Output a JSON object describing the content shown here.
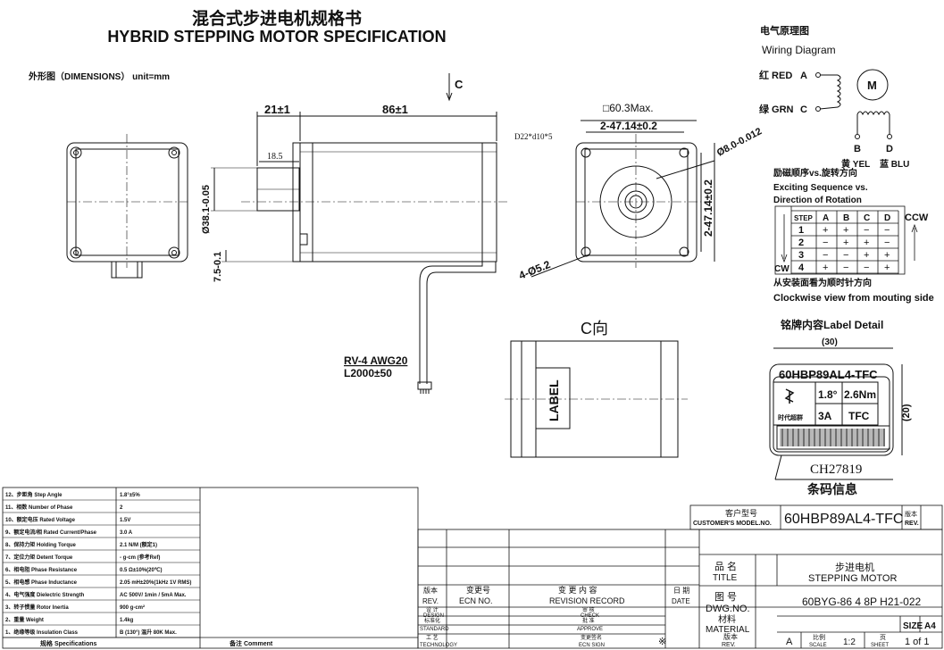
{
  "title_cn": "混合式步进电机规格书",
  "title_en": "HYBRID STEPPING MOTOR SPECIFICATION",
  "dimensions_label": "外形图（DIMENSIONS）  unit=mm",
  "view_marker": "C",
  "view_c_label": "C向",
  "label_text": "LABEL",
  "dims": {
    "d21": "21±1",
    "d86": "86±1",
    "d18": "18.5",
    "shaft_dia": "Ø38.1-0.05",
    "d75": "7.5-0.1",
    "sq60": "□60.3Max.",
    "pitch_top": "2-47.14±0.2",
    "pitch_side": "2-47.14±0.2",
    "shaft_note": "D22*d10*5",
    "hole_dia": "Ø8.0-0.012",
    "mount_holes": "4-Ø5.2",
    "cable": "RV-4 AWG20",
    "cable_len": "L2000±50"
  },
  "wiring": {
    "title_cn": "电气原理图",
    "title_en": "Wiring Diagram",
    "red": "红 RED",
    "a": "A",
    "grn": "绿 GRN",
    "c": "C",
    "motor": "M",
    "b": "B",
    "d": "D",
    "yel": "黄 YEL",
    "blu": "蓝 BLU"
  },
  "sequence": {
    "title_cn": "励磁顺序vs.旋转方向",
    "title_en1": "Exciting Sequence vs.",
    "title_en2": "Direction of Rotation",
    "headers": [
      "STEP",
      "A",
      "B",
      "C",
      "D"
    ],
    "rows": [
      [
        "1",
        "+",
        "+",
        "−",
        "−"
      ],
      [
        "2",
        "−",
        "+",
        "+",
        "−"
      ],
      [
        "3",
        "−",
        "−",
        "+",
        "+"
      ],
      [
        "4",
        "+",
        "−",
        "−",
        "+"
      ]
    ],
    "ccw": "CCW",
    "cw": "CW",
    "note_cn": "从安装面看为顺时针方向",
    "note_en": "Clockwise view from mouting side"
  },
  "label_detail": {
    "title": "铭牌内容Label Detail",
    "width": "(30)",
    "height": "(20)",
    "model": "60HBP89AL4-TFC",
    "angle": "1.8°",
    "torque": "2.6Nm",
    "current": "3A",
    "brand": "TFC",
    "company": "时代超群",
    "barcode_no": "CH27819",
    "barcode_title": "条码信息"
  },
  "specs": {
    "rows": [
      [
        "12、步距角 Step Angle",
        "1.8°±5%"
      ],
      [
        "11、相数 Number of Phase",
        "2"
      ],
      [
        "10、额定电压 Rated Voltage",
        "1.5V"
      ],
      [
        "9、额定电流/相 Rated Current/Phase",
        "3.0 A"
      ],
      [
        "8、保持力矩 Holding Torque",
        "2.1 N/M (额定1)"
      ],
      [
        "7、定位力矩 Detent Torque",
        "- g-cm (参考Ref)"
      ],
      [
        "6、相电阻 Phase Resistance",
        "0.5 Ω±10%(20℃)"
      ],
      [
        "5、相电感 Phase Inductance",
        "2.05 mH±20%(1kHz 1V RMS)"
      ],
      [
        "4、电气强度 Dielectric Strength",
        "AC 500V/ 1min / 5mA Max."
      ],
      [
        "3、转子惯量 Rotor Inertia",
        "900 g-cm²"
      ],
      [
        "2、重量 Weight",
        "1.4kg"
      ],
      [
        "1、绝缘等级 Insulation Class",
        "B (130°)  温升  80K Max."
      ]
    ],
    "footer_spec": "规格 Specifications",
    "footer_comment": "备注 Comment"
  },
  "titleblock": {
    "customer_model_cn": "客户型号",
    "customer_model_en": "CUSTOMER'S MODEL.NO.",
    "customer_model_value": "60HBP89AL4-TFC",
    "rev_cn": "版本",
    "rev_en": "REV.",
    "title_cn": "品 名",
    "title_en": "TITLE",
    "title_value_cn": "步进电机",
    "title_value_en": "STEPPING MOTOR",
    "dwg_cn": "图 号",
    "dwg_en": "DWG.NO.",
    "dwg_value": "60BYG-86 4 8P H21-022",
    "material_cn": "材料",
    "material_en": "MATERIAL",
    "size_label": "SIZE",
    "size_value": "A4",
    "rev2_cn": "版本",
    "rev2_en": "REV.",
    "rev_value": "A",
    "scale_cn": "比例",
    "scale_en": "SCALE",
    "scale_value": "1:2",
    "sheet_cn": "页",
    "sheet_en": "SHEET",
    "sheet_value": "1 of 1",
    "rev_col_cn": "版本",
    "rev_col_en": "REV.",
    "ecn_cn": "变更号",
    "ecn_en": "ECN NO.",
    "record_cn": "变 更 内 容",
    "record_en": "REVISION RECORD",
    "date_cn": "日 期",
    "date_en": "DATE",
    "design_cn": "设 计",
    "design_en": "DESIGN",
    "check_cn": "审 核",
    "check_en": "CHECK",
    "standard_cn": "标准化",
    "standard_en": "STANDARD",
    "approve_cn": "批 准",
    "approve_en": "APPROVE",
    "tech_cn": "工 艺",
    "tech_en": "TECHNOLOGY",
    "ecnsign_cn": "变更签名",
    "ecnsign_en": "ECN SIGN",
    "star": "※"
  }
}
